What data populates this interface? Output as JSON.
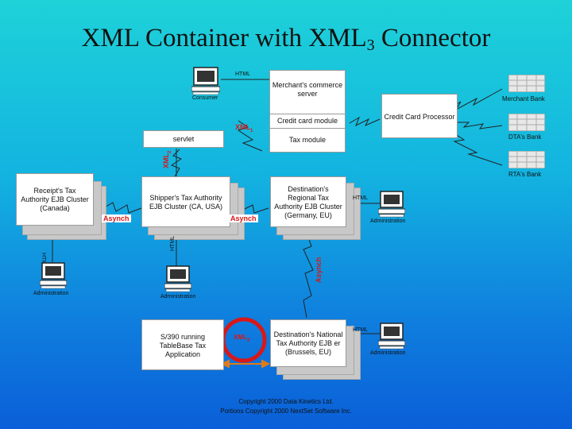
{
  "title": {
    "main": "XML Container with XML",
    "sub": "3",
    "tail": " Connector"
  },
  "merchant_server": {
    "label": "Merchant's commerce server",
    "credit_card_module": "Credit card module",
    "tax_module": "Tax module"
  },
  "servlet": "servlet",
  "credit_card_processor": "Credit Card Processor",
  "banks": [
    "Merchant Bank",
    "DTA's Bank",
    "RTA's Bank"
  ],
  "consumer": {
    "label": "Consumer",
    "link": "HTML"
  },
  "clusters": {
    "receipt": "Receipt's Tax Authority EJB Cluster (Canada)",
    "shipper": "Shipper's Tax Authority EJB Cluster (CA, USA)",
    "destination_regional": "Destination's Regional Tax Authority EJB Cluster (Germany, EU)",
    "destination_national": "Destination's National Tax Authority EJB er (Brussels, EU)",
    "s390": "S/390 running TableBase Tax Application"
  },
  "connections": {
    "xml1": "XML",
    "xml1_sub": "1",
    "xml2": "XML",
    "xml2_sub": "2",
    "xml3": "XML",
    "xml3_sub": "3",
    "asynch": "Asynch",
    "html": "HTML"
  },
  "administration": "Administration",
  "copyright": [
    "Copyright 2000 Data Kinetics Ltd.",
    "Portions Copyright 2000 NextSet Software Inc."
  ],
  "colors": {
    "accent_red": "#d81818",
    "bg_top": "#1ed2d8",
    "bg_bottom": "#0a5fd8"
  }
}
